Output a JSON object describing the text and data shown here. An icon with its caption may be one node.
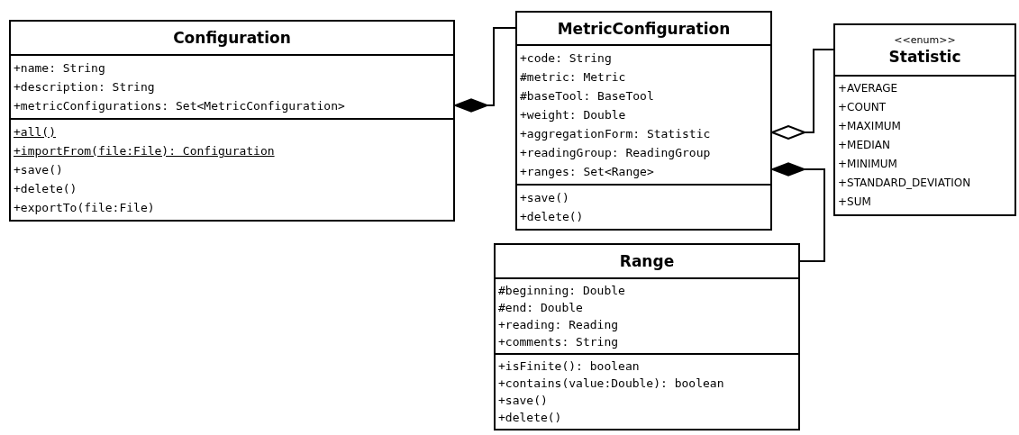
{
  "diagram": {
    "nodes": [
      {
        "text": [
          "Configuration"
        ]
      },
      {
        "text": [
          "+name: String",
          "+description: String",
          "+metricConfigurations: Set<MetricConfiguration>"
        ],
        "in": 0
      },
      {
        "text": [
          "+all()",
          "+importFrom(file:File): Configuration",
          "+save()",
          "+delete()",
          "+exportTo(file:File)"
        ],
        "in": 0
      },
      {
        "text": [
          "MetricConfiguration"
        ]
      },
      {
        "text": [
          "+code: String",
          "#metric: Metric",
          "#baseTool: BaseTool",
          "+weight: Double",
          "+aggregationForm: Statistic",
          "+readingGroup: ReadingGroup",
          "+ranges: Set<Range>"
        ],
        "in": 3
      },
      {
        "text": [
          "+save()",
          "+delete()"
        ],
        "in": 3
      },
      {
        "text": [
          "<<enum>>",
          "Statistic"
        ]
      },
      {
        "text": [
          "+AVERAGE",
          "+COUNT",
          "+MAXIMUM",
          "+MEDIAN",
          "+MINIMUM",
          "+STANDARD_DEVIATION",
          "+SUM"
        ],
        "in": 6
      },
      {
        "text": [
          "Range"
        ]
      },
      {
        "text": [
          "#beginning: Double",
          "#end: Double",
          "+reading: Reading",
          "+comments: String"
        ],
        "in": 8
      },
      {
        "text": [
          "+isFinite(): boolean",
          "+contains(value:Double): boolean",
          "+save()",
          "+delete()"
        ],
        "in": 8
      }
    ],
    "edges": [
      {
        "from": 0,
        "to": 3,
        "arrow": "other"
      },
      {
        "from": 3,
        "to": 6,
        "arrow": "other"
      },
      {
        "from": 3,
        "to": 8,
        "arrow": "other"
      }
    ]
  }
}
